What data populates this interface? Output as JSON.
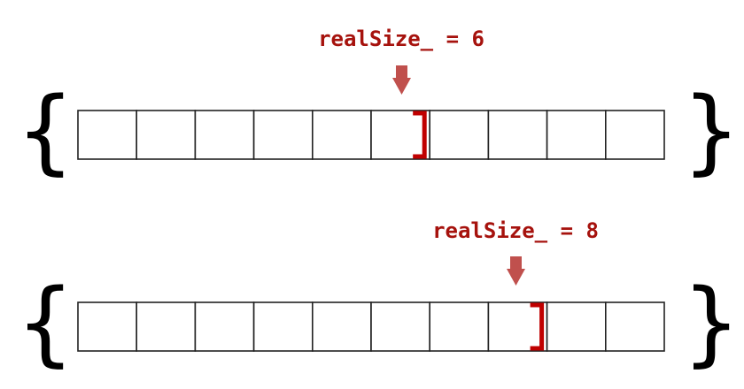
{
  "colors": {
    "label": "#a6120d",
    "arrow": "#c0504d",
    "marker": "#c00000",
    "cell_stroke": "#222222",
    "brace": "#000000"
  },
  "diagram": {
    "cell_count": 10,
    "rows": [
      {
        "label": "realSize_ = 6",
        "real_size": 6,
        "open_brace": "{",
        "close_brace": "}",
        "marker": "]"
      },
      {
        "label": "realSize_ = 8",
        "real_size": 8,
        "open_brace": "{",
        "close_brace": "}",
        "marker": "]"
      }
    ]
  }
}
